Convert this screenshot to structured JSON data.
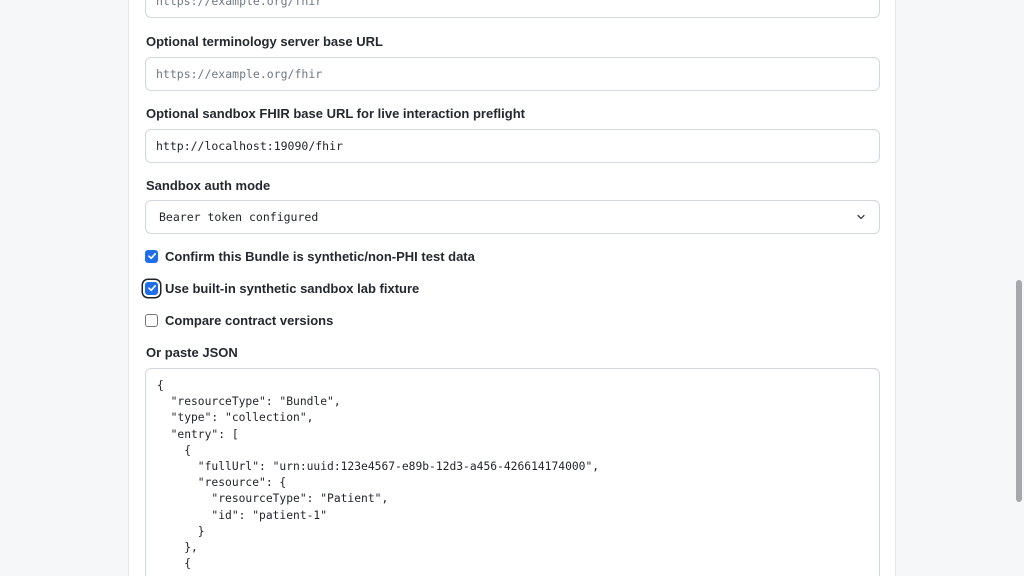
{
  "form": {
    "fhir_base_url": {
      "placeholder": "https://example.org/fhir",
      "value": ""
    },
    "terminology_server": {
      "label": "Optional terminology server base URL",
      "placeholder": "https://example.org/fhir",
      "value": ""
    },
    "sandbox_base_url": {
      "label": "Optional sandbox FHIR base URL for live interaction preflight",
      "value": "http://localhost:19090/fhir"
    },
    "sandbox_auth_mode": {
      "label": "Sandbox auth mode",
      "selected": "Bearer token configured",
      "icon": "chevron-down-icon"
    },
    "checkboxes": [
      {
        "label": "Confirm this Bundle is synthetic/non-PHI test data",
        "checked": true
      },
      {
        "label": "Use built-in synthetic sandbox lab fixture",
        "checked": true
      },
      {
        "label": "Compare contract versions",
        "checked": false
      }
    ],
    "json_paste": {
      "label": "Or paste JSON",
      "lines": [
        "{",
        "  \"resourceType\": \"Bundle\",",
        "  \"type\": \"collection\",",
        "  \"entry\": [",
        "    {",
        "      \"fullUrl\": \"urn:uuid:123e4567-e89b-12d3-a456-426614174000\",",
        "      \"resource\": {",
        "        \"resourceType\": \"Patient\",",
        "        \"id\": \"patient-1\"",
        "      }",
        "    },",
        "    {"
      ]
    }
  },
  "colors": {
    "accent": "#1f6feb",
    "border": "#d0d7de",
    "page_background": "#f6f7f9"
  }
}
